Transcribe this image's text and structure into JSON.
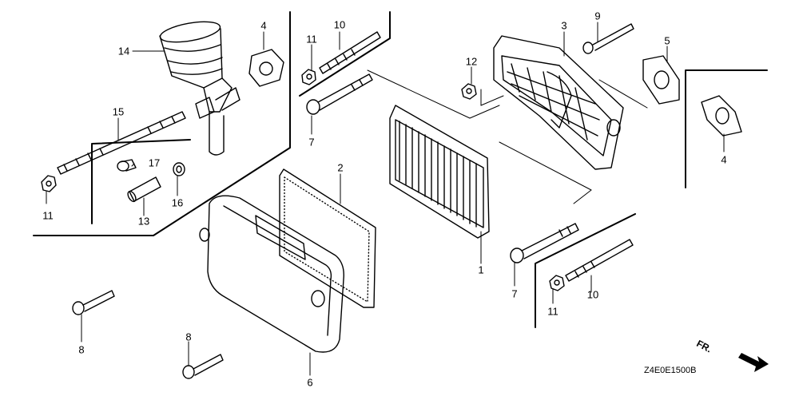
{
  "diagram_code": "Z4E0E1500B",
  "front_marker": "FR.",
  "callouts": {
    "c1": "1",
    "c2": "2",
    "c3": "3",
    "c4_gasket": "4",
    "c4_gasket_right": "4",
    "c5": "5",
    "c6": "6",
    "c7_upper": "7",
    "c7_lower": "7",
    "c8_left": "8",
    "c8_bottom": "8",
    "c9": "9",
    "c10_upper": "10",
    "c10_lower": "10",
    "c11_upper": "11",
    "c11_left": "11",
    "c11_lower": "11",
    "c12": "12",
    "c13": "13",
    "c14": "14",
    "c15": "15",
    "c16": "16",
    "c17": "17"
  }
}
